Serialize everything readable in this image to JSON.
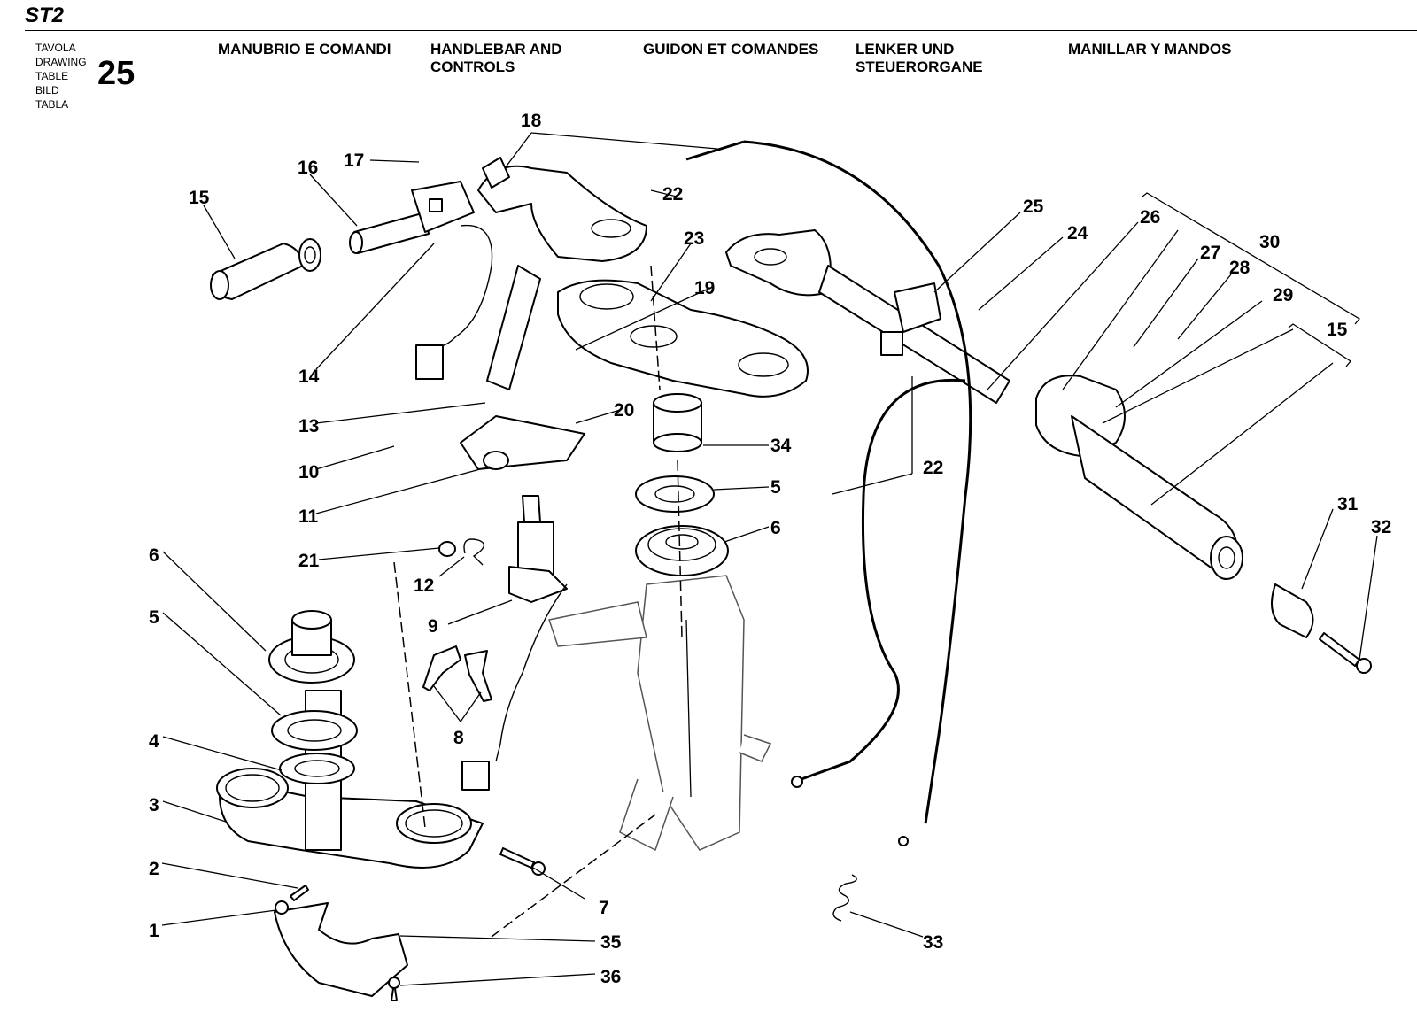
{
  "header": {
    "model": "ST2",
    "table_words": [
      "TAVOLA",
      "DRAWING",
      "TABLE",
      "BILD",
      "TABLA"
    ],
    "table_number": "25",
    "titles": {
      "it": "MANUBRIO E COMANDI",
      "en_line1": "HANDLEBAR AND",
      "en_line2": "CONTROLS",
      "fr": "GUIDON ET COMANDES",
      "de_line1": "LENKER UND",
      "de_line2": "STEUERORGANE",
      "es": "MANILLAR Y MANDOS"
    }
  },
  "callouts": {
    "c1": "1",
    "c2": "2",
    "c3": "3",
    "c4": "4",
    "c5a": "5",
    "c5b": "5",
    "c6a": "6",
    "c6b": "6",
    "c7": "7",
    "c8": "8",
    "c9": "9",
    "c10": "10",
    "c11": "11",
    "c12": "12",
    "c13": "13",
    "c14": "14",
    "c15a": "15",
    "c15b": "15",
    "c16": "16",
    "c17": "17",
    "c18": "18",
    "c19": "19",
    "c20": "20",
    "c21": "21",
    "c22a": "22",
    "c22b": "22",
    "c23": "23",
    "c24": "24",
    "c25": "25",
    "c26": "26",
    "c27": "27",
    "c28": "28",
    "c29": "29",
    "c30": "30",
    "c31": "31",
    "c32": "32",
    "c33": "33",
    "c34": "34",
    "c35": "35",
    "c36": "36"
  }
}
